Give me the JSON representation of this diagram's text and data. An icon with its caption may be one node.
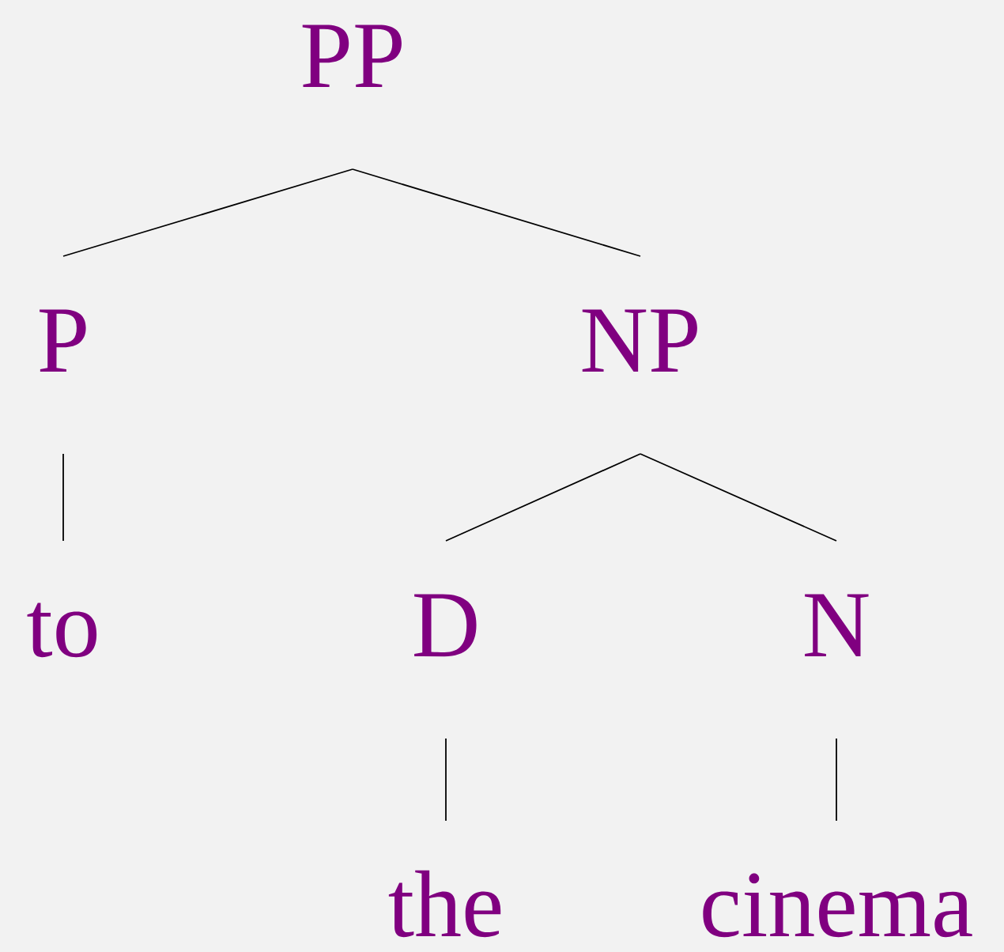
{
  "diagram": {
    "nodes": [
      {
        "text": [
          "PP"
        ]
      },
      {
        "text": [
          "P"
        ]
      },
      {
        "text": [
          "NP"
        ]
      },
      {
        "text": [
          "to"
        ]
      },
      {
        "text": [
          "D"
        ]
      },
      {
        "text": [
          "N"
        ]
      },
      {
        "text": [
          "the"
        ]
      },
      {
        "text": [
          "cinema"
        ]
      }
    ],
    "edges": [
      {
        "from": 0,
        "to": 1,
        "arrow": "none"
      },
      {
        "from": 0,
        "to": 2,
        "arrow": "none"
      },
      {
        "from": 1,
        "to": 3,
        "arrow": "none"
      },
      {
        "from": 2,
        "to": 4,
        "arrow": "none"
      },
      {
        "from": 2,
        "to": 5,
        "arrow": "none"
      },
      {
        "from": 4,
        "to": 6,
        "arrow": "none"
      },
      {
        "from": 5,
        "to": 7,
        "arrow": "none"
      }
    ]
  }
}
